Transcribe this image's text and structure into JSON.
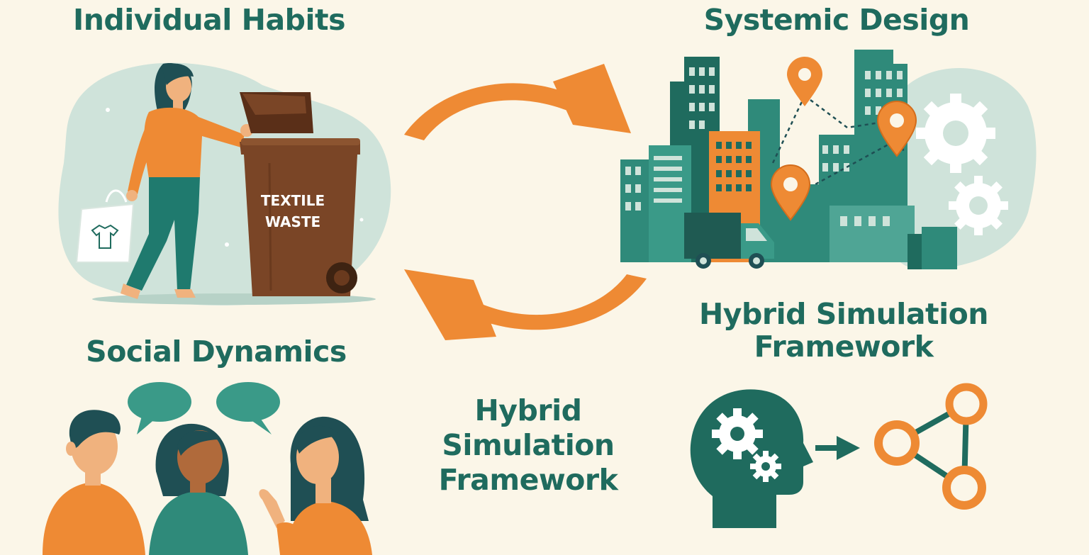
{
  "titles": {
    "individual_habits": "Individual Habits",
    "systemic_design": "Systemic Design",
    "social_dynamics": "Social Dynamics",
    "hybrid_right_line1": "Hybrid Simulation",
    "hybrid_right_line2": "Framework",
    "hybrid_center_line1": "Hybrid",
    "hybrid_center_line2": "Simulation",
    "hybrid_center_line3": "Framework"
  },
  "bin_label": {
    "line1": "TEXTILE",
    "line2": "WASTE"
  },
  "colors": {
    "background": "#fbf6e8",
    "teal": "#1f6b5e",
    "teal_mid": "#2f8a7a",
    "teal_light": "#cfe3da",
    "orange": "#ee8a34",
    "brown": "#7a4526",
    "skin": "#f0b27e"
  },
  "icons": [
    "cycle-arrow-top-icon",
    "cycle-arrow-bottom-icon",
    "trash-bin-icon",
    "map-pin-icon",
    "gear-icon",
    "speech-bubble-icon",
    "head-gears-icon",
    "arrow-right-icon",
    "network-graph-icon",
    "delivery-truck-icon",
    "shirt-bag-icon"
  ]
}
